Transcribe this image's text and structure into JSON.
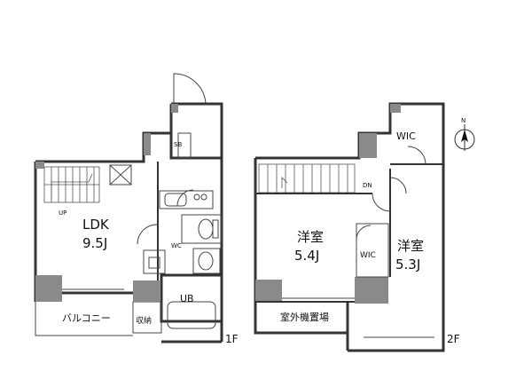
{
  "floor1": {
    "label": "1F",
    "rooms": {
      "ldk_name": "LDK",
      "ldk_size": "9.5J",
      "up": "UP",
      "wc": "WC",
      "ub": "UB",
      "sb": "SB",
      "balcony": "バルコニー",
      "storage": "収納"
    }
  },
  "floor2": {
    "label": "2F",
    "rooms": {
      "room1_name": "洋室",
      "room1_size": "5.4J",
      "room2_name": "洋室",
      "room2_size": "5.3J",
      "wic_top": "WIC",
      "wic_mid": "WIC",
      "dn": "DN",
      "outdoor_unit": "室外機置場"
    }
  },
  "compass": {
    "north": "N"
  }
}
